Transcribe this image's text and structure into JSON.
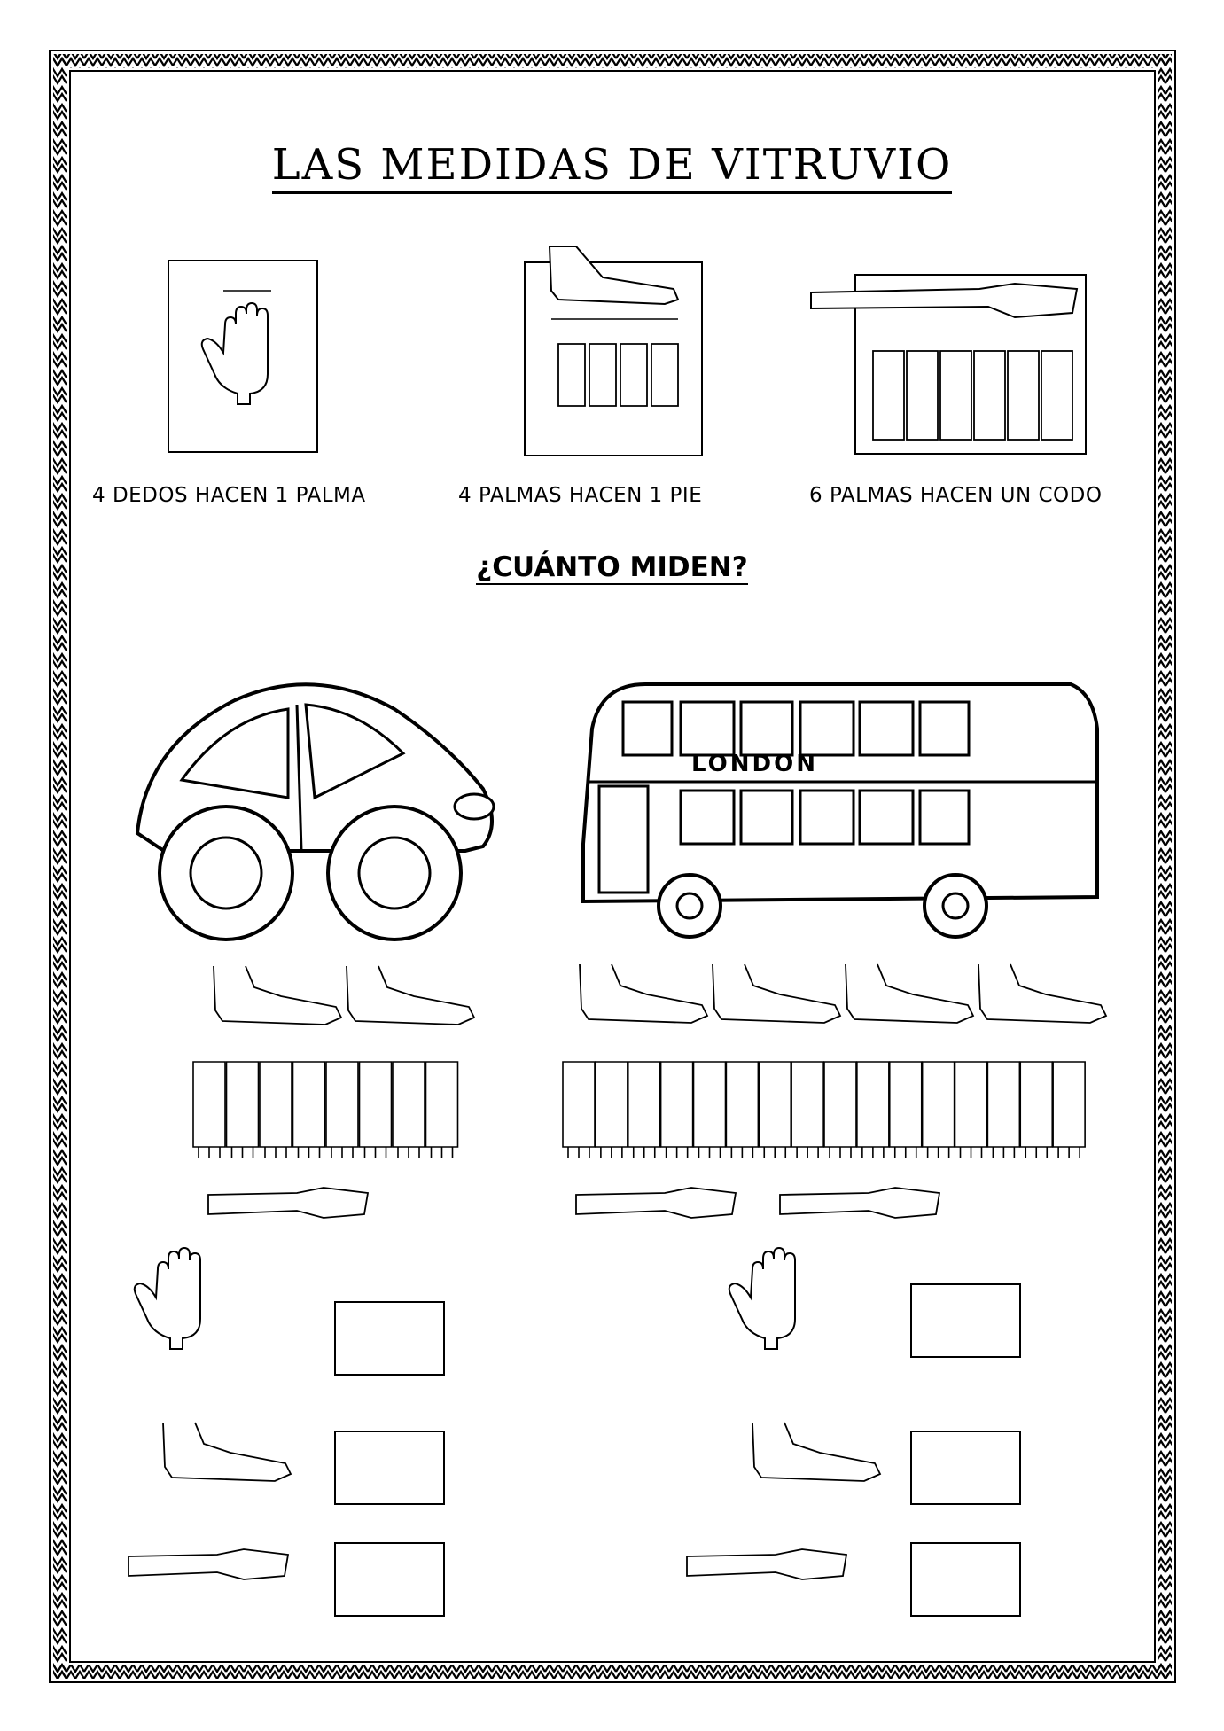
{
  "title": "LAS MEDIDAS DE VITRUVIO",
  "rules": [
    {
      "caption": "4 DEDOS HACEN 1 PALMA"
    },
    {
      "caption": "4 PALMAS HACEN 1 PIE"
    },
    {
      "caption": "6 PALMAS HACEN UN CODO"
    }
  ],
  "question": "¿CUÁNTO MIDEN?",
  "bus_label": "LONDON",
  "objects": [
    {
      "name": "car",
      "feet": 2,
      "palms": 8,
      "elbows": 1
    },
    {
      "name": "bus",
      "feet": 4,
      "palms": 16,
      "elbows": 2
    }
  ],
  "icons": [
    "palm-icon",
    "foot-icon",
    "elbow-arm-icon",
    "car-drawing",
    "bus-drawing"
  ]
}
